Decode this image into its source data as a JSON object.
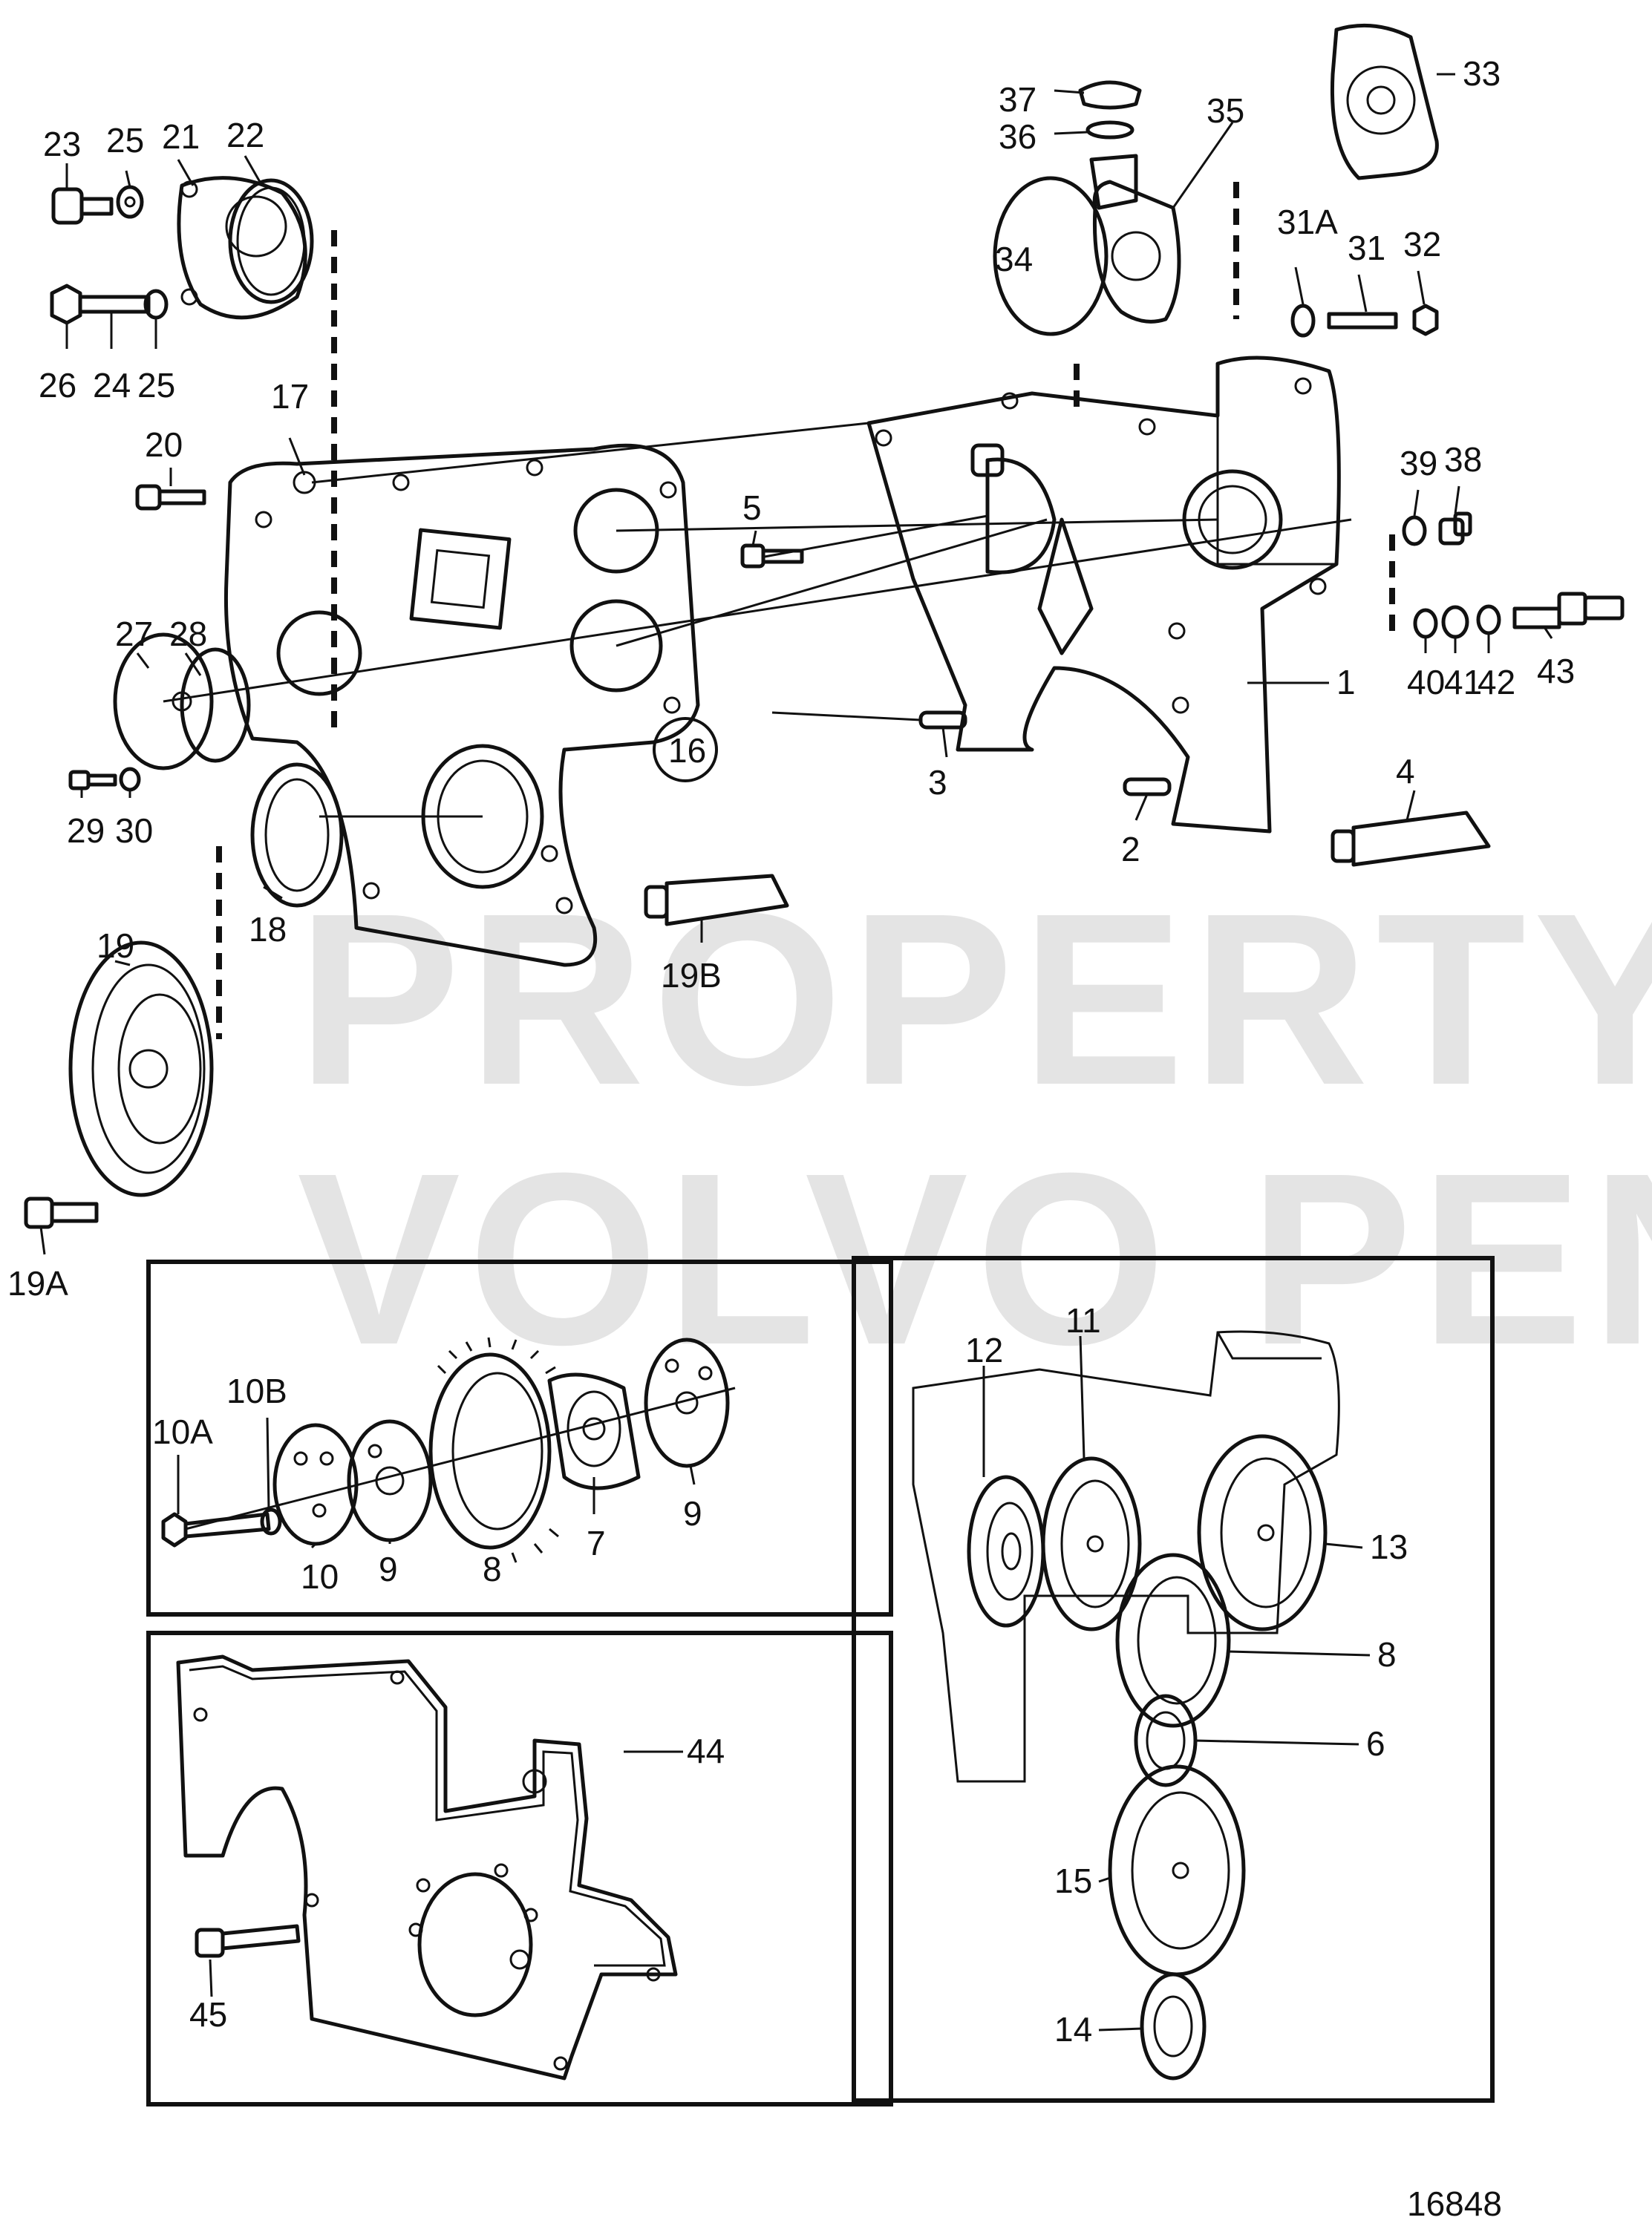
{
  "drawing_number": "16848",
  "watermark": {
    "line1": "PROPERTY OF",
    "line2": "VOLVO PENTA"
  },
  "callouts": {
    "c1": "1",
    "c2": "2",
    "c3": "3",
    "c4": "4",
    "c5": "5",
    "c16": "16",
    "c17": "17",
    "c18": "18",
    "c19": "19",
    "c19A": "19A",
    "c19B": "19B",
    "c20": "20",
    "c21": "21",
    "c22": "22",
    "c23": "23",
    "c24": "24",
    "c25a": "25",
    "c25b": "25",
    "c26": "26",
    "c27": "27",
    "c28": "28",
    "c29": "29",
    "c30": "30",
    "c31": "31",
    "c31A": "31A",
    "c32": "32",
    "c33": "33",
    "c34": "34",
    "c35": "35",
    "c36": "36",
    "c37": "37",
    "c38": "38",
    "c39": "39",
    "c40": "40",
    "c41": "41",
    "c42": "42",
    "c43": "43",
    "p1_10A": "10A",
    "p1_10B": "10B",
    "p1_10": "10",
    "p1_9a": "9",
    "p1_8": "8",
    "p1_7": "7",
    "p1_9b": "9",
    "p2_44": "44",
    "p2_45": "45",
    "p3_12": "12",
    "p3_11": "11",
    "p3_13": "13",
    "p3_8": "8",
    "p3_6": "6",
    "p3_15": "15",
    "p3_14": "14"
  },
  "colors": {
    "ink": "#111111",
    "watermark": "#cfcfcf",
    "background": "#ffffff"
  }
}
